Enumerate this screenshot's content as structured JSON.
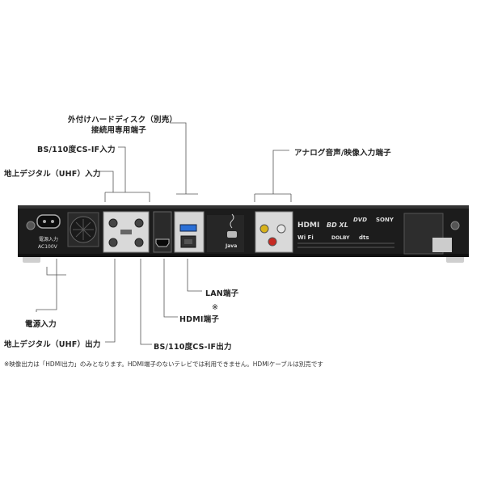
{
  "labels": {
    "external_hdd_line1": "外付けハードディスク（別売）",
    "external_hdd_line2": "接続用専用端子",
    "bs_cs_input": "BS/110度CS-IF入力",
    "analog_av_input": "アナログ音声/映像入力端子",
    "terrestrial_input": "地上デジタル（UHF）入力",
    "lan_port": "LAN端子",
    "hdmi_note_mark": "※",
    "hdmi_port": "HDMI端子",
    "power_input": "電源入力",
    "terrestrial_output": "地上デジタル（UHF）出力",
    "bs_cs_output": "BS/110度CS-IF出力"
  },
  "footnote": "※映像出力は「HDMI出力」のみとなります。HDMI端子のないテレビでは利用できません。HDMIケーブルは別売です",
  "device_text": {
    "power_label_1": "電源入力",
    "power_label_2": "AC100V",
    "java_label": "Java",
    "hdmi_logo": "HDMI",
    "bdxl_logo": "BD XL",
    "dvd_logo": "DVD",
    "dolby_logo": "DOLBY",
    "sony_logo": "SONY",
    "wifi_logo": "Wi Fi",
    "dts_logo": "dts"
  },
  "colors": {
    "device_body": "#1c1c1c",
    "leader_line": "#555555",
    "usb_blue": "#2a6fd6",
    "rca_yellow": "#d8b21a",
    "rca_white": "#e6e6e6",
    "rca_red": "#c62a22"
  }
}
